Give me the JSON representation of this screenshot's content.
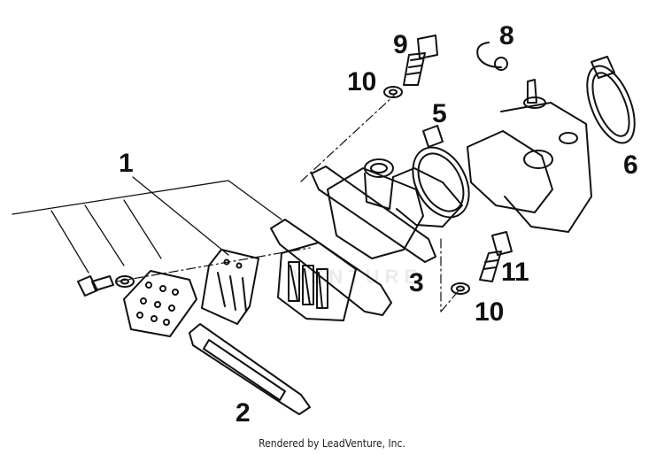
{
  "diagram": {
    "callouts": [
      {
        "id": "c1",
        "label": "1"
      },
      {
        "id": "c2",
        "label": "2"
      },
      {
        "id": "c3",
        "label": "3"
      },
      {
        "id": "c5",
        "label": "5"
      },
      {
        "id": "c6",
        "label": "6"
      },
      {
        "id": "c8",
        "label": "8"
      },
      {
        "id": "c9",
        "label": "9"
      },
      {
        "id": "c10a",
        "label": "10"
      },
      {
        "id": "c10b",
        "label": "10"
      },
      {
        "id": "c11",
        "label": "11"
      }
    ],
    "watermark": "VENTURE",
    "credit": "Rendered by LeadVenture, Inc."
  }
}
